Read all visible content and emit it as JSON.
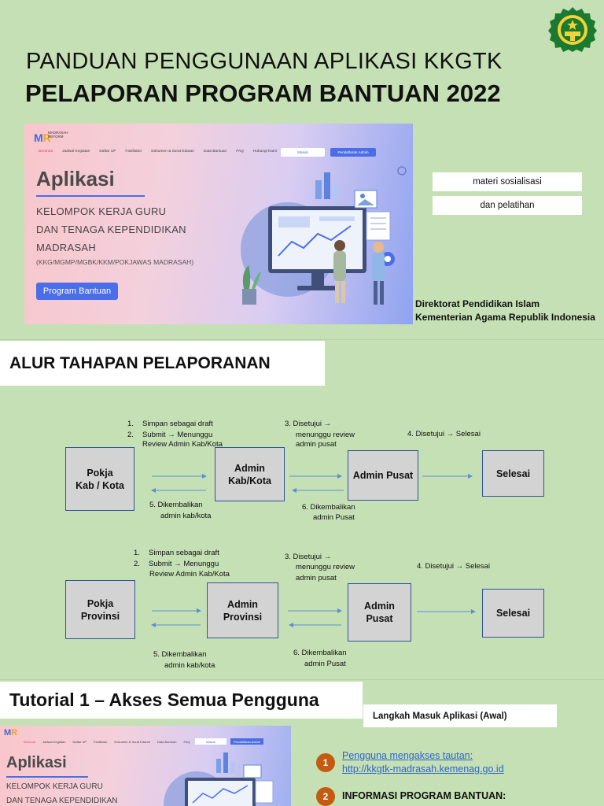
{
  "header": {
    "title_line1": "PANDUAN PENGGUNAAN APLIKASI KKGTK",
    "title_line2": "PELAPORAN PROGRAM BANTUAN 2022"
  },
  "logo": {
    "icon": "kemenag-emblem-icon"
  },
  "banner": {
    "brand_line1": "MADRASAH",
    "brand_line2": "REFORM",
    "nav_links": [
      "Beranda",
      "Jadwal Kegiatan",
      "Daftar UP",
      "Fasilitator",
      "Dokumen & Surat Edaran",
      "Data Bantuan",
      "FAQ",
      "Hubungi Kami"
    ],
    "masuk_label": "Masuk",
    "admin_label": "Pendaftaran Admin",
    "heading": "Aplikasi",
    "line1": "KELOMPOK KERJA GURU",
    "line2": "DAN TENAGA KEPENDIDIKAN",
    "line3": "MADRASAH",
    "small": "(KKG/MGMP/MGBK/KKM/POKJAWAS MADRASAH)",
    "button": "Program Bantuan"
  },
  "info": {
    "tag1": "materi sosialisasi",
    "tag2": "dan pelatihan",
    "org1": "Direktorat Pendidikan Islam",
    "org2": "Kementerian Agama Republik Indonesia"
  },
  "alur": {
    "title": "ALUR TAHAPAN PELAPORANAN",
    "flow1": {
      "box1": [
        "Pokja",
        "Kab / Kota"
      ],
      "box2": [
        "Admin",
        "Kab/Kota"
      ],
      "box3": [
        "Admin Pusat"
      ],
      "box4": [
        "Selesai"
      ],
      "note_top1": [
        "1.",
        "Simpan sebagai draft"
      ],
      "note_top2": [
        "2.",
        "Submit → Menunggu"
      ],
      "note_top2b": "Review Admin Kab/Kota",
      "note_top3a": "3.  Disetujui →",
      "note_top3b": "menunggu review",
      "note_top3c": "admin pusat",
      "note_top4": "4.  Disetujui → Selesai",
      "note_bot5a": "5.  Dikembalikan",
      "note_bot5b": "admin kab/kota",
      "note_bot6a": "6.  Dikembalikan",
      "note_bot6b": "admin Pusat"
    },
    "flow2": {
      "box1": [
        "Pokja",
        "Provinsi"
      ],
      "box2": [
        "Admin",
        "Provinsi"
      ],
      "box3": [
        "Admin",
        "Pusat"
      ],
      "box4": [
        "Selesai"
      ],
      "note_top1": [
        "1.",
        "Simpan sebagai draft"
      ],
      "note_top2": [
        "2.",
        "Submit → Menunggu"
      ],
      "note_top2b": "Review Admin Kab/Kota",
      "note_top3a": "3.  Disetujui →",
      "note_top3b": "menunggu review",
      "note_top3c": "admin pusat",
      "note_top4": "4.  Disetujui → Selesai",
      "note_bot5a": "5.  Dikembalikan",
      "note_bot5b": "admin kab/kota",
      "note_bot6a": "6.  Dikembalikan",
      "note_bot6b": "admin Pusat"
    }
  },
  "tutorial": {
    "title": "Tutorial 1 – Akses Semua Pengguna",
    "langkah": "Langkah Masuk Aplikasi (Awal)",
    "step1_num": "1",
    "step1_text": "Pengguna mengakses tautan:",
    "step1_link": "http://kkgtk-madrasah.kemenag.go.id",
    "step2_num": "2",
    "step2_text": "INFORMASI PROGRAM BANTUAN:"
  }
}
